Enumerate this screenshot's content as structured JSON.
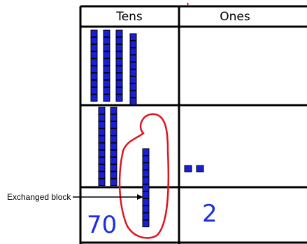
{
  "table": {
    "headers": {
      "tens": "Tens",
      "ones": "Ones"
    }
  },
  "annotations": {
    "exchanged_label": "Exchanged block",
    "tens_result": "70",
    "ones_result": "2"
  },
  "rows": {
    "top": {
      "tens_rods": 4,
      "ones_units": 0
    },
    "bottom": {
      "tens_rods": 3,
      "ones_units": 2,
      "exchanged_rods": 1
    }
  },
  "colors": {
    "block_fill": "#1a1fd6",
    "block_outline": "#000000",
    "highlight": "#e0141e",
    "handwriting": "#1a2fe0",
    "grid": "#000000"
  }
}
